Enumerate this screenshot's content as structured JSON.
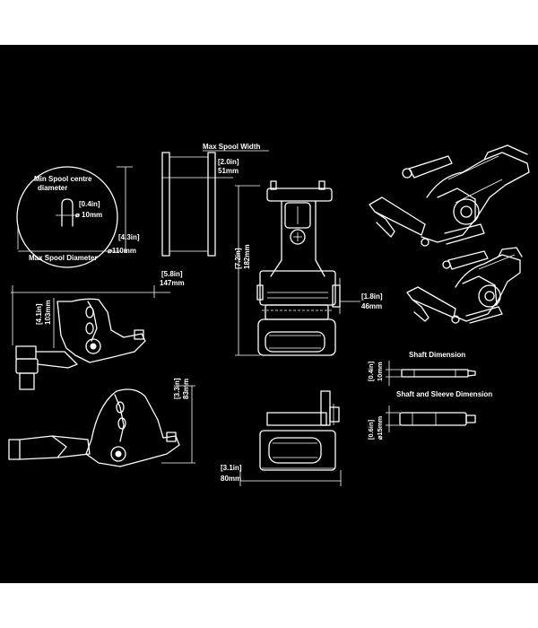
{
  "colors": {
    "background": "#000000",
    "line": "#ffffff",
    "page": "#ffffff"
  },
  "spool": {
    "min_centre_title_1": "Min Spool centre",
    "min_centre_title_2": "diameter",
    "min_centre_in": "[0.4in]",
    "min_centre_mm": "⌀ 10mm",
    "max_diameter_in": "[4.3in]",
    "max_diameter_mm": "⌀110mm",
    "max_diameter_title": "Max Spool Diameter",
    "max_width_title": "Max Spool Width",
    "max_width_in": "[2.0in]",
    "max_width_mm": "51mm"
  },
  "holder_front": {
    "height_in": "[7.2in]",
    "height_mm": "182mm",
    "width_in": "[1.8in]",
    "width_mm": "46mm"
  },
  "holder_side": {
    "length_in": "[5.8in]",
    "length_mm": "147mm",
    "height_in": "[4.1in]",
    "height_mm": "103mm"
  },
  "holder_lower": {
    "height_in": "[3.3in]",
    "height_mm": "83mm"
  },
  "holder_bottom": {
    "depth_in": "[3.1in]",
    "depth_mm": "80mm"
  },
  "shaft": {
    "title": "Shaft Dimension",
    "dia_in": "[0.4in]",
    "dia_mm": "10mm",
    "sleeve_title": "Shaft and Sleeve Dimension",
    "sleeve_in": "[0.6in]",
    "sleeve_mm": "⌀15mm"
  }
}
